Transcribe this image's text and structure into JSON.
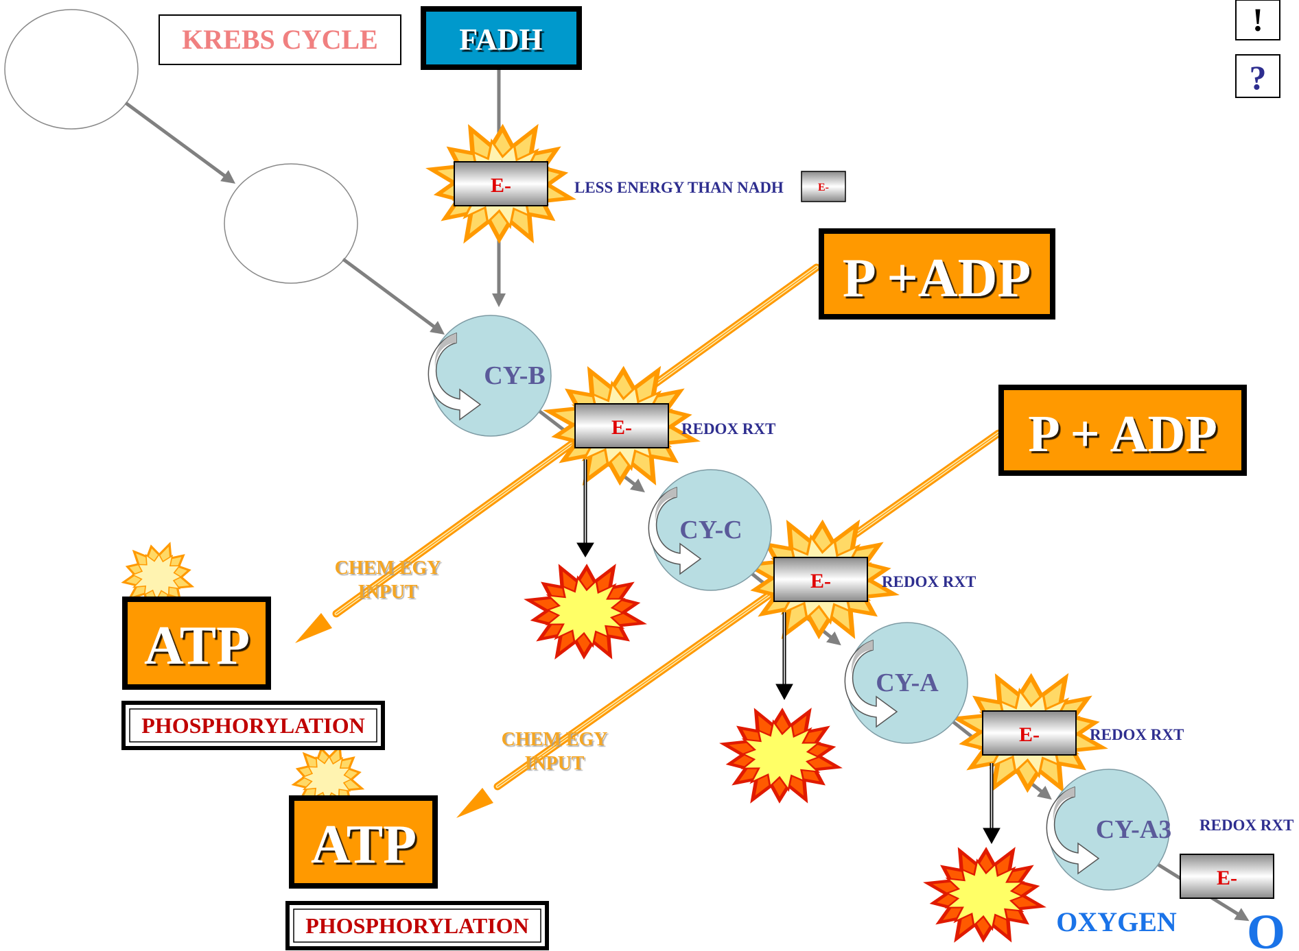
{
  "title": "KREBS CYCLE",
  "fadh": "FADH",
  "buttons": {
    "exclaim": "!",
    "question": "?"
  },
  "less_energy_note": "LESS ENERGY THAN NADH",
  "electron": "E-",
  "padp_top": "P +ADP",
  "padp_bottom": "P + ADP",
  "chem_egy_line1": "CHEM EGY",
  "chem_egy_line2": "INPUT",
  "atp": "ATP",
  "phosphorylation": "PHOSPHORYLATION",
  "redox": "REDOX RXT",
  "cytochromes": [
    "CY-B",
    "CY-C",
    "CY-A",
    "CY-A3"
  ],
  "oxygen_label": "OXYGEN",
  "oxygen_symbol": "O",
  "colors": {
    "krebs_text": "#f08080",
    "fadh_box": "#0099cc",
    "orange": "#ff9900",
    "cytochrome": "#b8dde2",
    "cytochrome_text": "#5a5a9a",
    "electron_text": "#e00000",
    "navy_text": "#2e2e8f",
    "chem_text": "#f5a623",
    "phos_text": "#c00000",
    "oxygen_blue": "#1a73e8"
  }
}
